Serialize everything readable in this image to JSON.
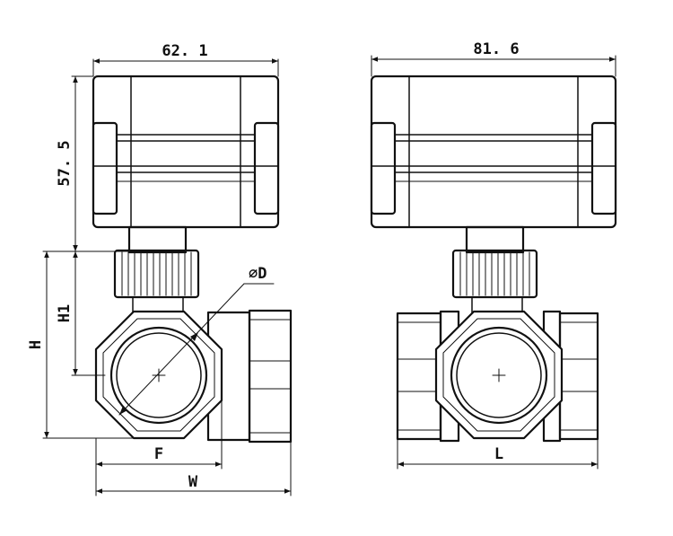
{
  "diagram": {
    "colors": {
      "line": "#111111",
      "background": "#ffffff"
    },
    "dimensions": {
      "top_left_width": "62. 1",
      "top_right_width": "81. 6",
      "actuator_height": "57. 5",
      "total_height": "H",
      "center_height": "H1",
      "port_diameter": "⌀D",
      "flat_width": "F",
      "overall_width": "W",
      "length": "L"
    }
  }
}
